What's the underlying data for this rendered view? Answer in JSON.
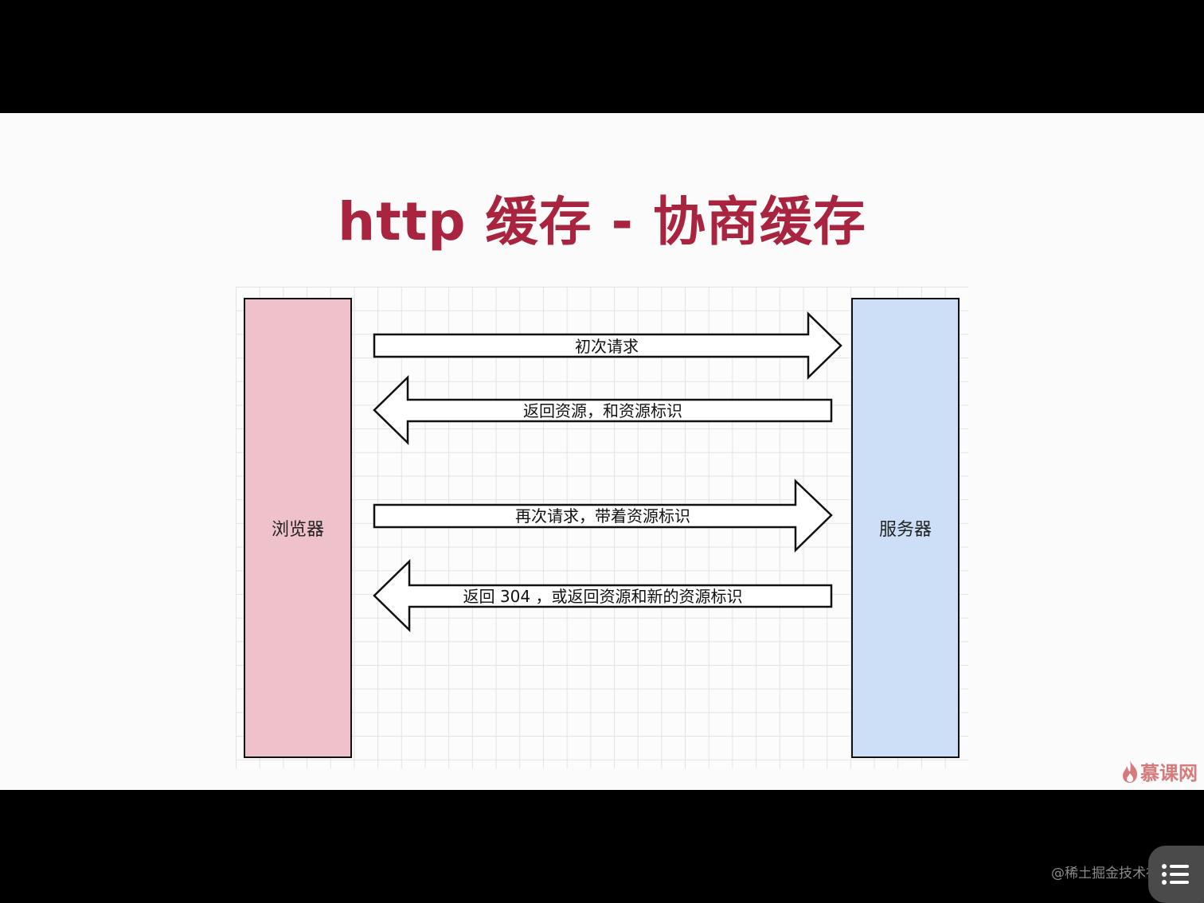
{
  "slide": {
    "title": "http 缓存 - 协商缓存"
  },
  "diagram": {
    "browser_label": "浏览器",
    "server_label": "服务器",
    "arrows": [
      {
        "direction": "right",
        "label": "初次请求"
      },
      {
        "direction": "left",
        "label": "返回资源，和资源标识"
      },
      {
        "direction": "right",
        "label": "再次请求，带着资源标识"
      },
      {
        "direction": "left",
        "label": "返回 304 ，或返回资源和新的资源标识"
      }
    ]
  },
  "branding": {
    "logo_text": "慕课网",
    "watermark": "@稀土掘金技术社区"
  },
  "colors": {
    "title": "#a8243f",
    "browser_fill": "#efc1cb",
    "server_fill": "#cddff7",
    "logo": "#d67b7b"
  },
  "icons": {
    "logo": "flame-icon",
    "menu": "list-menu-icon"
  }
}
